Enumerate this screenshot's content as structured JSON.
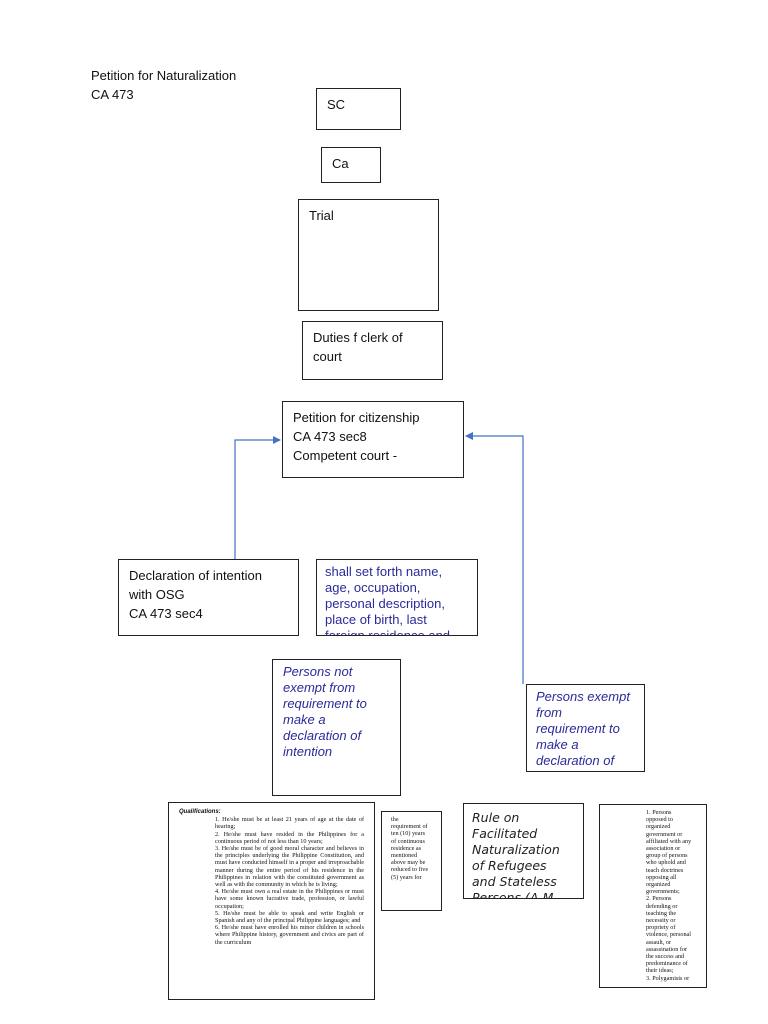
{
  "title": {
    "line1": "Petition for Naturalization",
    "line2": "CA 473"
  },
  "boxes": {
    "sc": "SC",
    "ca": "Ca",
    "trial": "Trial",
    "clerk": [
      "Duties f clerk of",
      "court"
    ],
    "petition": [
      "Petition for citizenship",
      "CA 473 sec8",
      "Competent court -"
    ],
    "declaration": [
      "Declaration of intention",
      "with OSG",
      "CA 473 sec4"
    ],
    "setforth": [
      "shall set forth name,",
      "age, occupation,",
      "personal description,",
      "place of birth, last",
      "foreign residence and"
    ],
    "not_exempt": [
      "Persons not",
      "exempt from",
      "requirement to",
      "make a",
      "declaration of",
      "intention"
    ],
    "exempt": [
      "Persons exempt",
      "from",
      "requirement to",
      "make a",
      "declaration of"
    ],
    "rule": [
      "Rule on",
      "Facilitated",
      "Naturalization",
      "of Refugees",
      "and Stateless",
      "Persons (A.M."
    ]
  },
  "qualifications": {
    "heading": "Qualifications:",
    "items": [
      "1. He/she must be at least 21 years of age at the date of hearing;",
      "2. He/she must have resided in the Philippines for a continuous period of not less than 10 years;",
      "3. He/she must be of good moral character and believes in the principles underlying the Philippine Constitution, and must have conducted himself in a proper and irreproachable manner during the entire period of his residence in the Philippines in relation with the constituted government as well as with the community in which he is living;",
      "4. He/she must own a real estate in the Philippines or must have some known lucrative trade, profession, or lawful occupation;",
      "5. He/she must be able to speak and write English or Spanish and any of the principal Philippine languages; and",
      "6. He/she must have enrolled his minor children in schools where Philippine history, government and civics are part of the curriculum"
    ]
  },
  "residence_note": [
    "the",
    "requirement of",
    "ten (10) years",
    "of continuous",
    "residence as",
    "mentioned",
    "above may be",
    "reduced to five",
    "(5) years for"
  ],
  "disqualifications": [
    "1. Persons",
    "opposed to",
    "organized",
    "government or",
    "affiliated with any",
    "association or",
    "group of persons",
    "who uphold and",
    "teach doctrines",
    "opposing all",
    "organized",
    "governments;",
    "2. Persons",
    "defending or",
    "teaching the",
    "necessity or",
    "propriety of",
    "violence, personal",
    "assault, or",
    "assassination for",
    "the success and",
    "predominance of",
    "their ideas;",
    "3. Polygamists or"
  ]
}
